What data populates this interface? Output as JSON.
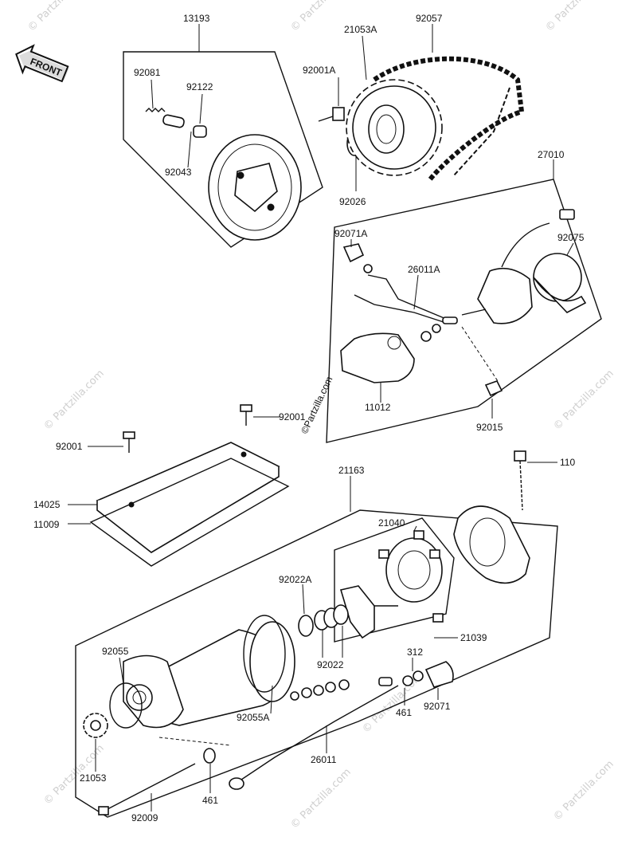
{
  "front_label": "FRONT",
  "watermark": "© Partzilla.com",
  "watermark_center": "©Partzilla.com",
  "parts": {
    "p13193": "13193",
    "p92081": "92081",
    "p92122": "92122",
    "p92043": "92043",
    "p21053A": "21053A",
    "p92057": "92057",
    "p92001A": "92001A",
    "p92026": "92026",
    "p27010": "27010",
    "p92071A": "92071A",
    "p92075": "92075",
    "p26011A": "26011A",
    "p11012": "11012",
    "p92015": "92015",
    "p92001_a": "92001",
    "p92001_b": "92001",
    "p14025": "14025",
    "p11009": "11009",
    "p21163": "21163",
    "p110": "110",
    "p21040": "21040",
    "p92022A": "92022A",
    "p21039": "21039",
    "p92055": "92055",
    "p312": "312",
    "p92022": "92022",
    "p92055A": "92055A",
    "p461_a": "461",
    "p92071": "92071",
    "p21053": "21053",
    "p26011": "26011",
    "p461_b": "461",
    "p92009": "92009"
  }
}
